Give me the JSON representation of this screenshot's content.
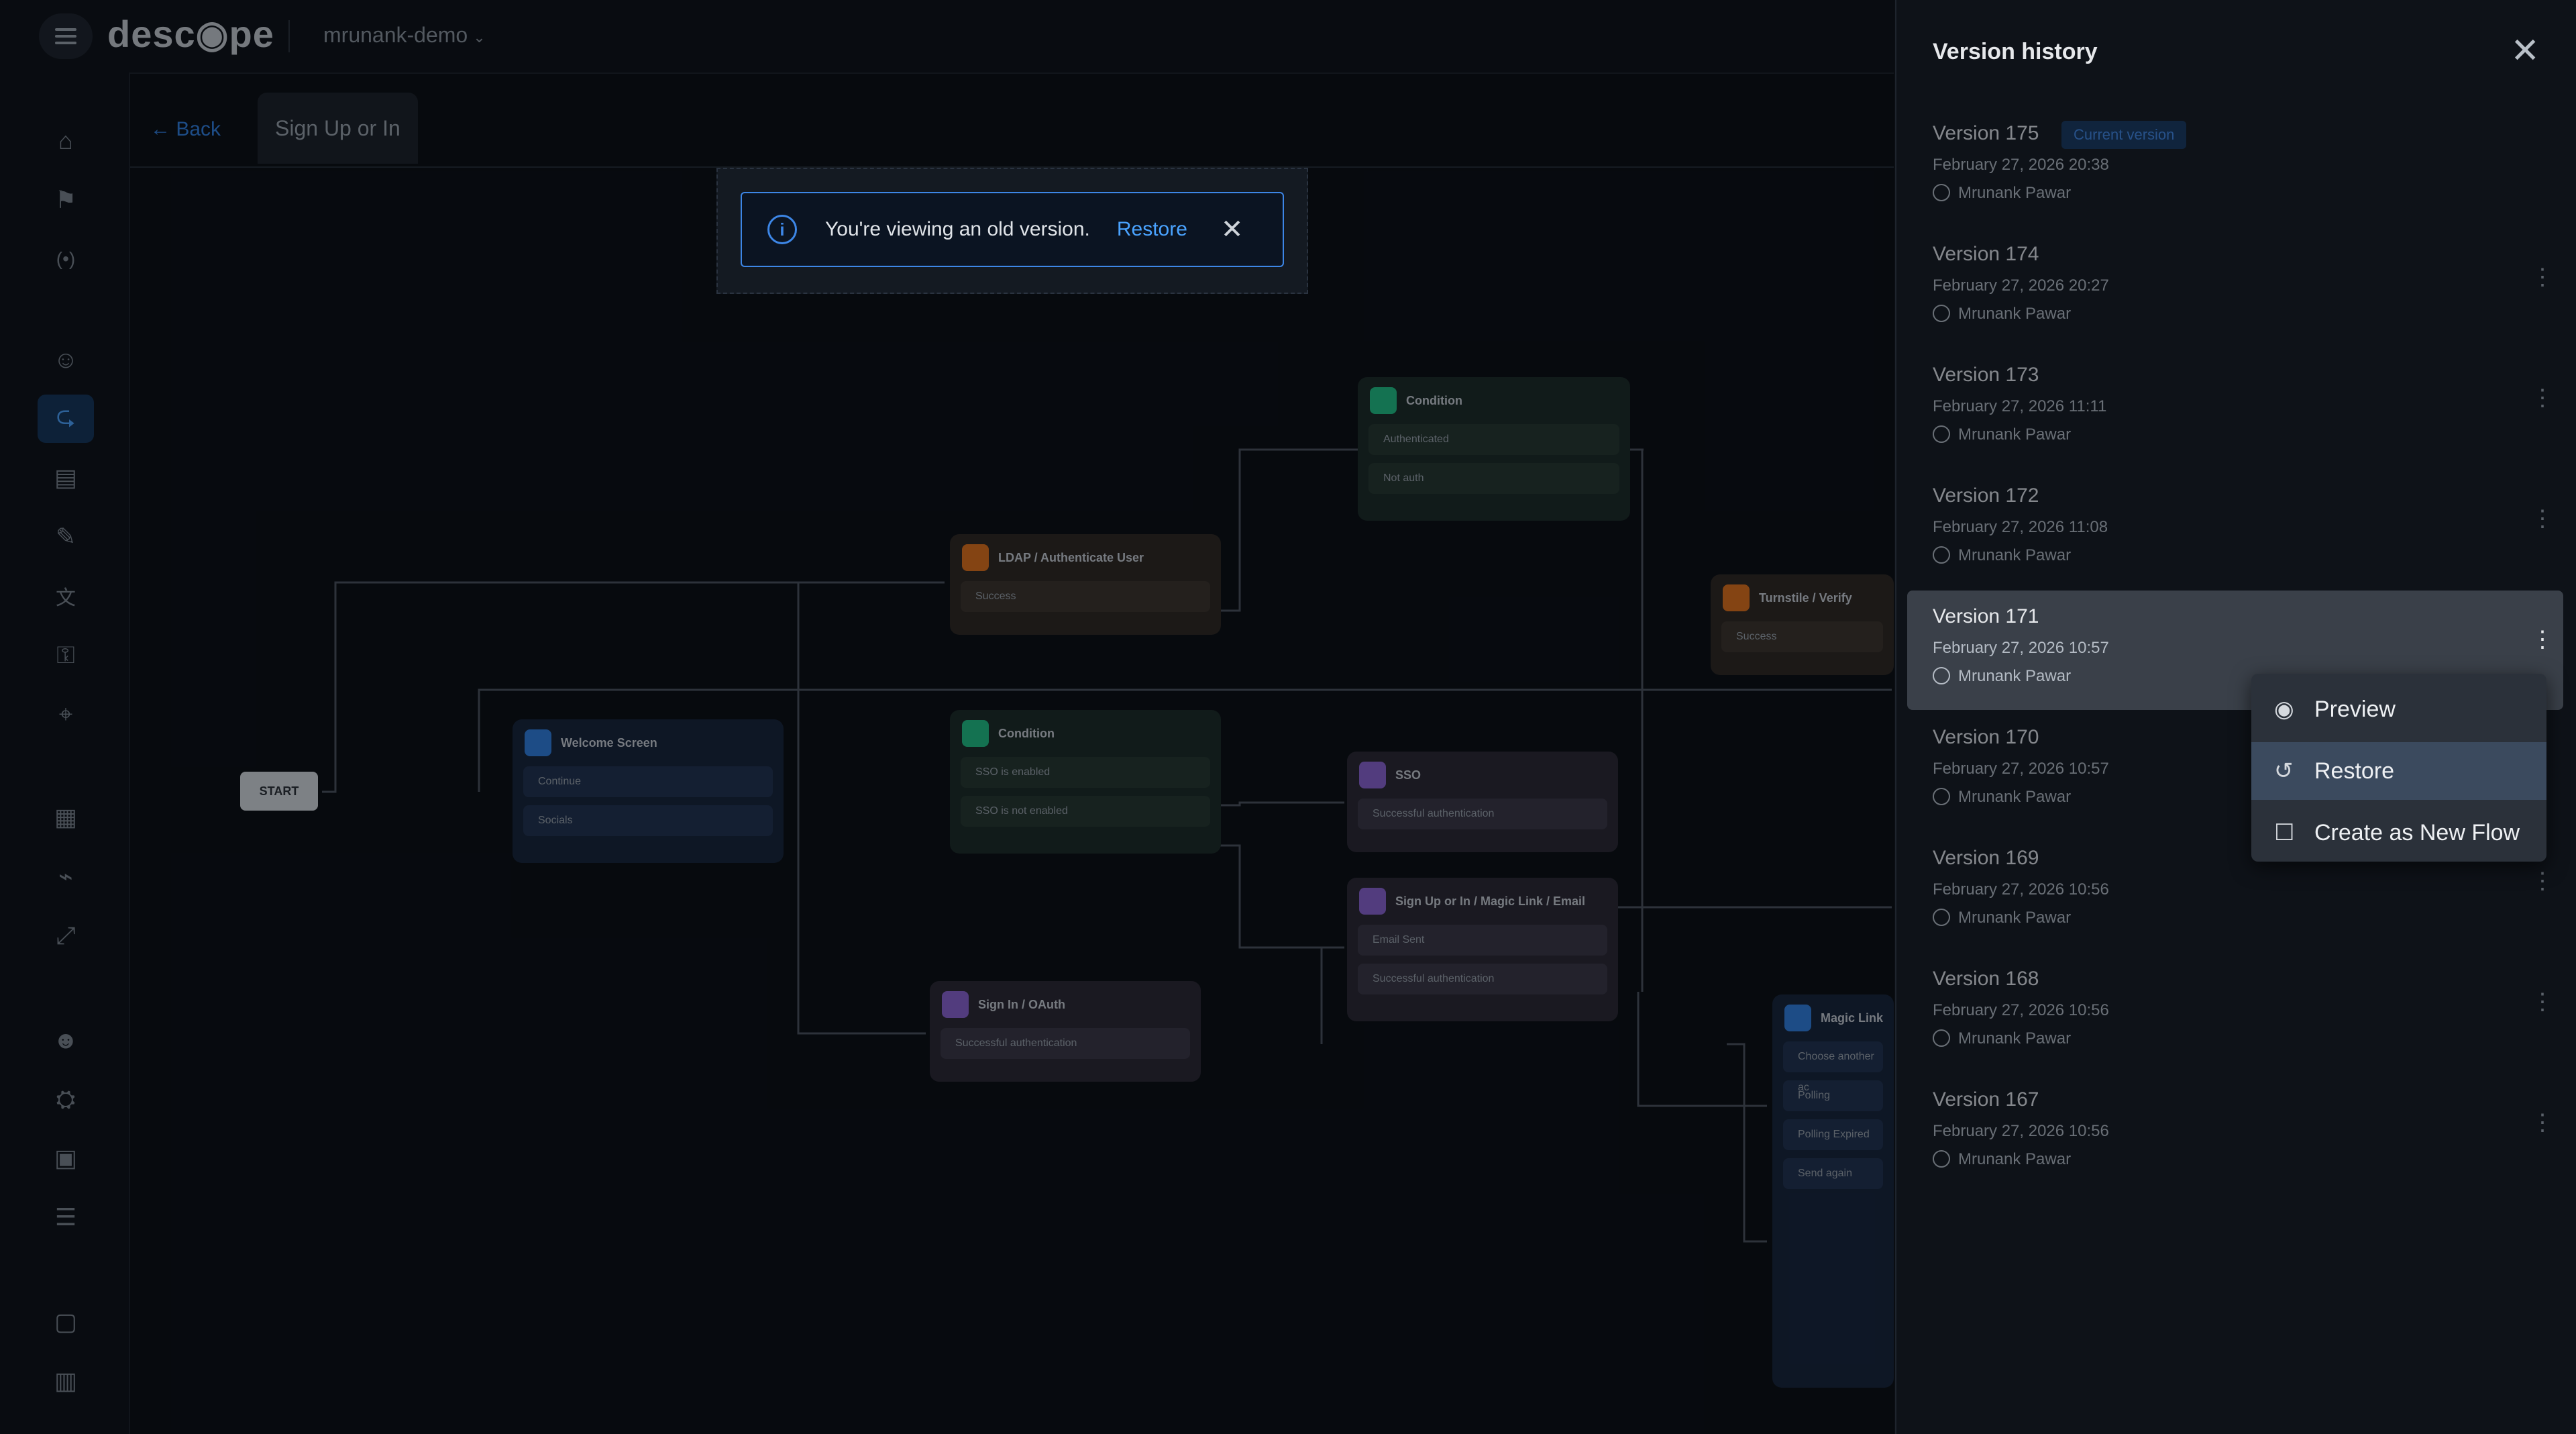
{
  "header": {
    "logo": "desc◉pe",
    "project": "mrunank-demo"
  },
  "sidebar": {
    "items": [
      {
        "icon": "home-icon",
        "glyph": "⌂"
      },
      {
        "icon": "flag-icon",
        "glyph": "⚑"
      },
      {
        "icon": "broadcast-icon",
        "glyph": "(•)"
      },
      {
        "icon": "user-key-icon",
        "glyph": "☺"
      },
      {
        "icon": "flows-icon",
        "glyph": "⮎"
      },
      {
        "icon": "screens-icon",
        "glyph": "▤"
      },
      {
        "icon": "brush-icon",
        "glyph": "✎"
      },
      {
        "icon": "translate-icon",
        "glyph": "文"
      },
      {
        "icon": "lock-icon",
        "glyph": "⚿"
      },
      {
        "icon": "connector-icon",
        "glyph": "⌖"
      },
      {
        "icon": "apps-icon",
        "glyph": "▦"
      },
      {
        "icon": "plug-icon",
        "glyph": "⌁"
      },
      {
        "icon": "expand-icon",
        "glyph": "⤢"
      },
      {
        "icon": "users-icon",
        "glyph": "☻"
      },
      {
        "icon": "roles-icon",
        "glyph": "⛭"
      },
      {
        "icon": "access-keys-icon",
        "glyph": "▣"
      },
      {
        "icon": "list-icon",
        "glyph": "☰"
      },
      {
        "icon": "folder-icon",
        "glyph": "▢"
      },
      {
        "icon": "building-icon",
        "glyph": "▥"
      }
    ]
  },
  "breadcrumb": {
    "back": "←  Back",
    "flow_name": "Sign Up or In"
  },
  "banner": {
    "message": "You're viewing an old version.",
    "restore": "Restore",
    "close": "✕"
  },
  "canvas": {
    "start": "START",
    "nodes": [
      {
        "title": "Condition",
        "rows": [
          "Authenticated",
          "Not auth"
        ]
      },
      {
        "title": "LDAP / Authenticate User",
        "rows": [
          "Success"
        ]
      },
      {
        "title": "Turnstile / Verify",
        "rows": [
          "Success"
        ]
      },
      {
        "title": "Welcome Screen",
        "rows": [
          "Continue",
          "Socials"
        ]
      },
      {
        "title": "Condition",
        "rows": [
          "SSO is enabled",
          "SSO is not enabled"
        ]
      },
      {
        "title": "SSO",
        "rows": [
          "Successful authentication"
        ]
      },
      {
        "title": "Sign Up or In / Magic Link / Email",
        "rows": [
          "Email Sent",
          "Successful authentication"
        ]
      },
      {
        "title": "Sign In / OAuth",
        "rows": [
          "Successful authentication"
        ]
      },
      {
        "title": "Magic Link",
        "rows": [
          "Choose another ac",
          "Polling",
          "Polling Expired",
          "Send again"
        ]
      }
    ]
  },
  "version_panel": {
    "title": "Version history",
    "close": "✕",
    "current_badge": "Current version",
    "versions": [
      {
        "name": "Version 175",
        "date": "February 27, 2026 20:38",
        "author": "Mrunank Pawar"
      },
      {
        "name": "Version 174",
        "date": "February 27, 2026 20:27",
        "author": "Mrunank Pawar"
      },
      {
        "name": "Version 173",
        "date": "February 27, 2026 11:11",
        "author": "Mrunank Pawar"
      },
      {
        "name": "Version 172",
        "date": "February 27, 2026 11:08",
        "author": "Mrunank Pawar"
      },
      {
        "name": "Version 171",
        "date": "February 27, 2026 10:57",
        "author": "Mrunank Pawar"
      },
      {
        "name": "Version 170",
        "date": "February 27, 2026 10:57",
        "author": "Mrunank Pawar"
      },
      {
        "name": "Version 169",
        "date": "February 27, 2026 10:56",
        "author": "Mrunank Pawar"
      },
      {
        "name": "Version 168",
        "date": "February 27, 2026 10:56",
        "author": "Mrunank Pawar"
      },
      {
        "name": "Version 167",
        "date": "February 27, 2026 10:56",
        "author": "Mrunank Pawar"
      }
    ]
  },
  "context_menu": {
    "items": [
      {
        "label": "Preview",
        "icon": "eye-icon",
        "glyph": "◉"
      },
      {
        "label": "Restore",
        "icon": "restore-file-icon",
        "glyph": "↺"
      },
      {
        "label": "Create as New Flow",
        "icon": "new-file-icon",
        "glyph": "☐"
      }
    ]
  },
  "colors": {
    "accent": "#3d86e6",
    "active_nav_bg": "#13345a",
    "selected_version_bg": "#3a4049"
  }
}
